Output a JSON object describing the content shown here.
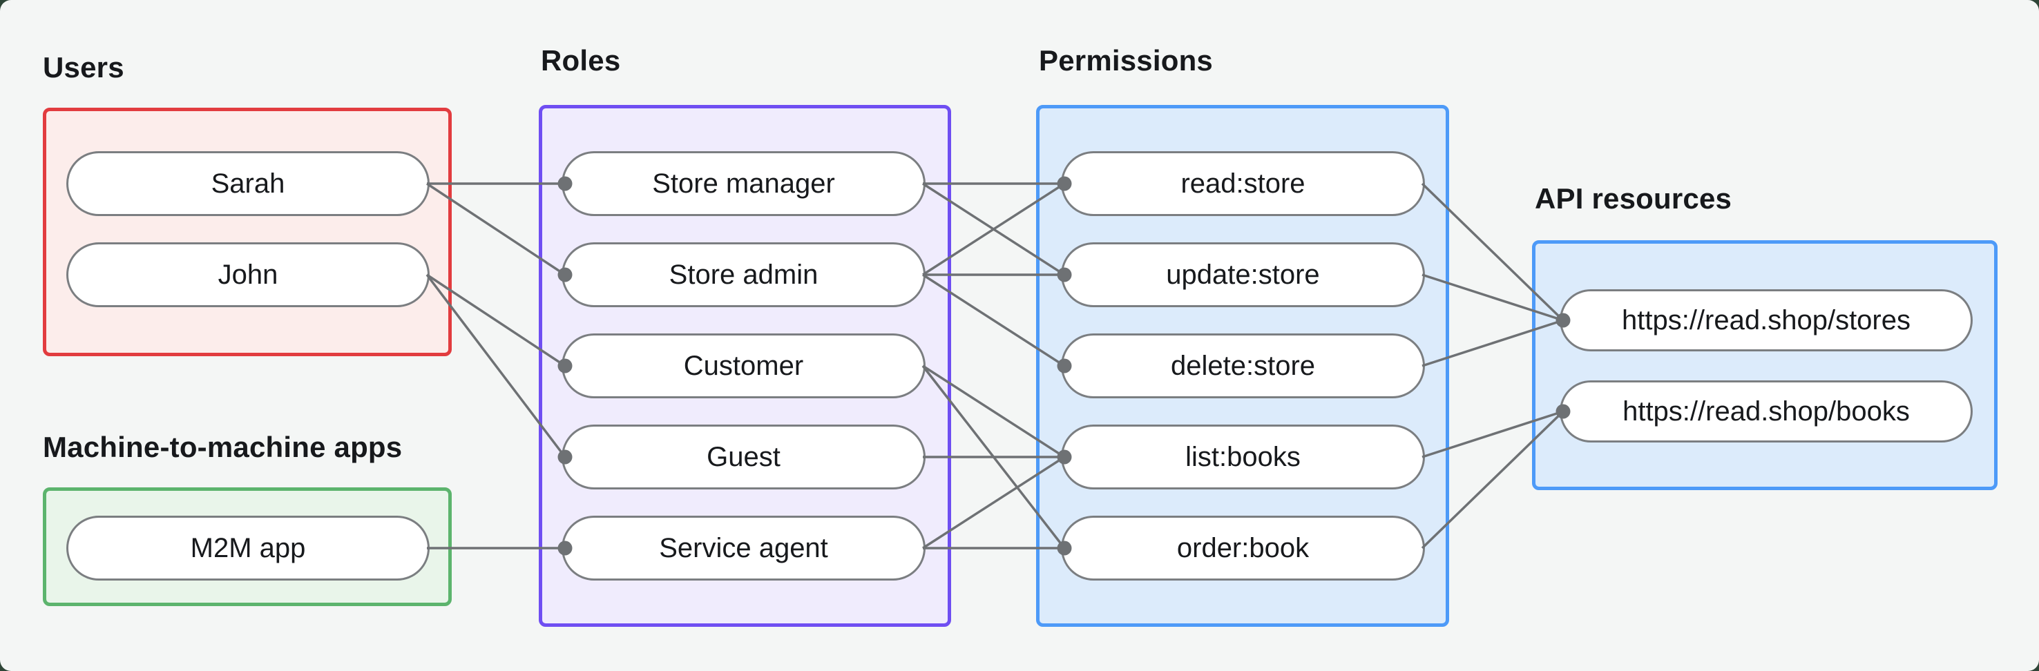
{
  "diagram": {
    "groups": [
      {
        "id": "users",
        "label": "Users",
        "accent": "#e23c3f",
        "fill": "#fcedeb",
        "nodes": [
          {
            "id": "sarah",
            "label": "Sarah"
          },
          {
            "id": "john",
            "label": "John"
          }
        ]
      },
      {
        "id": "m2m",
        "label": "Machine-to-machine apps",
        "accent": "#5cb46d",
        "fill": "#e9f5ea",
        "nodes": [
          {
            "id": "m2m-app",
            "label": "M2M app"
          }
        ]
      },
      {
        "id": "roles",
        "label": "Roles",
        "accent": "#6f4ef2",
        "fill": "#f0ecfd",
        "nodes": [
          {
            "id": "store-manager",
            "label": "Store manager"
          },
          {
            "id": "store-admin",
            "label": "Store admin"
          },
          {
            "id": "customer",
            "label": "Customer"
          },
          {
            "id": "guest",
            "label": "Guest"
          },
          {
            "id": "service-agent",
            "label": "Service agent"
          }
        ]
      },
      {
        "id": "permissions",
        "label": "Permissions",
        "accent": "#4d9af8",
        "fill": "#dcebfb",
        "nodes": [
          {
            "id": "read-store",
            "label": "read:store"
          },
          {
            "id": "update-store",
            "label": "update:store"
          },
          {
            "id": "delete-store",
            "label": "delete:store"
          },
          {
            "id": "list-books",
            "label": "list:books"
          },
          {
            "id": "order-book",
            "label": "order:book"
          }
        ]
      },
      {
        "id": "api",
        "label": "API resources",
        "accent": "#4d9af8",
        "fill": "#dcebfb",
        "nodes": [
          {
            "id": "api-stores",
            "label": "https://read.shop/stores"
          },
          {
            "id": "api-books",
            "label": "https://read.shop/books"
          }
        ]
      }
    ],
    "connections": [
      [
        "sarah",
        "store-manager"
      ],
      [
        "sarah",
        "store-admin"
      ],
      [
        "john",
        "customer"
      ],
      [
        "john",
        "guest"
      ],
      [
        "m2m-app",
        "service-agent"
      ],
      [
        "store-manager",
        "read-store"
      ],
      [
        "store-manager",
        "update-store"
      ],
      [
        "store-admin",
        "read-store"
      ],
      [
        "store-admin",
        "update-store"
      ],
      [
        "store-admin",
        "delete-store"
      ],
      [
        "customer",
        "list-books"
      ],
      [
        "customer",
        "order-book"
      ],
      [
        "guest",
        "list-books"
      ],
      [
        "service-agent",
        "list-books"
      ],
      [
        "service-agent",
        "order-book"
      ],
      [
        "read-store",
        "api-stores"
      ],
      [
        "update-store",
        "api-stores"
      ],
      [
        "delete-store",
        "api-stores"
      ],
      [
        "list-books",
        "api-books"
      ],
      [
        "order-book",
        "api-books"
      ]
    ],
    "style": {
      "line_color": "#6e7174",
      "dot_color": "#6e7174",
      "node_border": "#7b7e81",
      "node_fill": "#ffffff",
      "canvas_bg": "#f4f6f5",
      "outer_bg": "#2e4537",
      "label_color": "#17191c"
    }
  }
}
